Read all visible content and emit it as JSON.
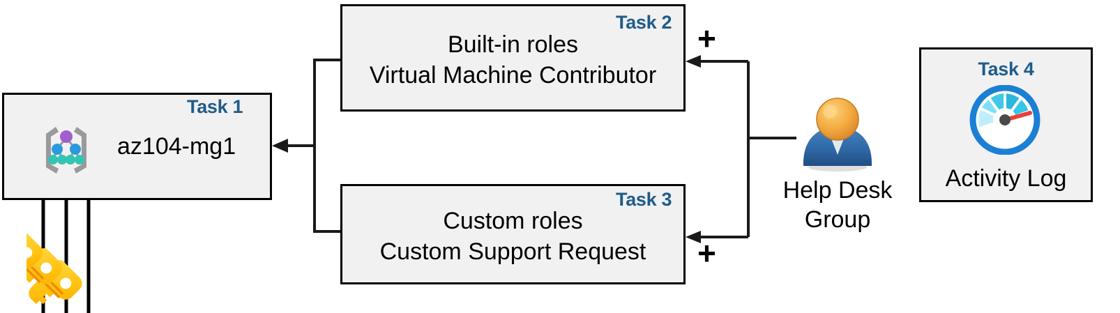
{
  "diagram": {
    "title": "Azure RBAC task diagram",
    "accent_color": "#1f5c8b",
    "box_fill": "#f1f1f1",
    "box_border": "#000000"
  },
  "boxes": [
    {
      "id": "task1",
      "task_label": "Task 1",
      "text_lines": [
        "az104-mg1"
      ],
      "icon": "management-group-icon"
    },
    {
      "id": "task2",
      "task_label": "Task 2",
      "text_lines": [
        "Built-in roles",
        "Virtual Machine Contributor"
      ],
      "icon": ""
    },
    {
      "id": "task3",
      "task_label": "Task 3",
      "text_lines": [
        "Custom roles",
        "Custom Support Request"
      ],
      "icon": ""
    },
    {
      "id": "task4",
      "task_label": "Task 4",
      "text_lines": [
        "Activity Log"
      ],
      "icon": "activity-log-gauge-icon"
    }
  ],
  "operators": {
    "plus_top": "+",
    "plus_bottom": "+"
  },
  "actor": {
    "icon": "user-group-icon",
    "caption_line1": "Help Desk",
    "caption_line2": "Group"
  },
  "keys": {
    "icon": "keys-icon",
    "count": 3
  },
  "colors": {
    "task_label": "#1f5c8b",
    "gauge_ring": "#1b7fd4",
    "gauge_needle": "#e8413a",
    "key_yellow": "#ffc20e",
    "person_body": "#2f6aa8",
    "person_head": "#efa23c",
    "node_purple": "#a05fd0",
    "node_blue": "#2a9ae0",
    "node_teal": "#34c4b4",
    "bracket_gray": "#9a9a9a"
  }
}
